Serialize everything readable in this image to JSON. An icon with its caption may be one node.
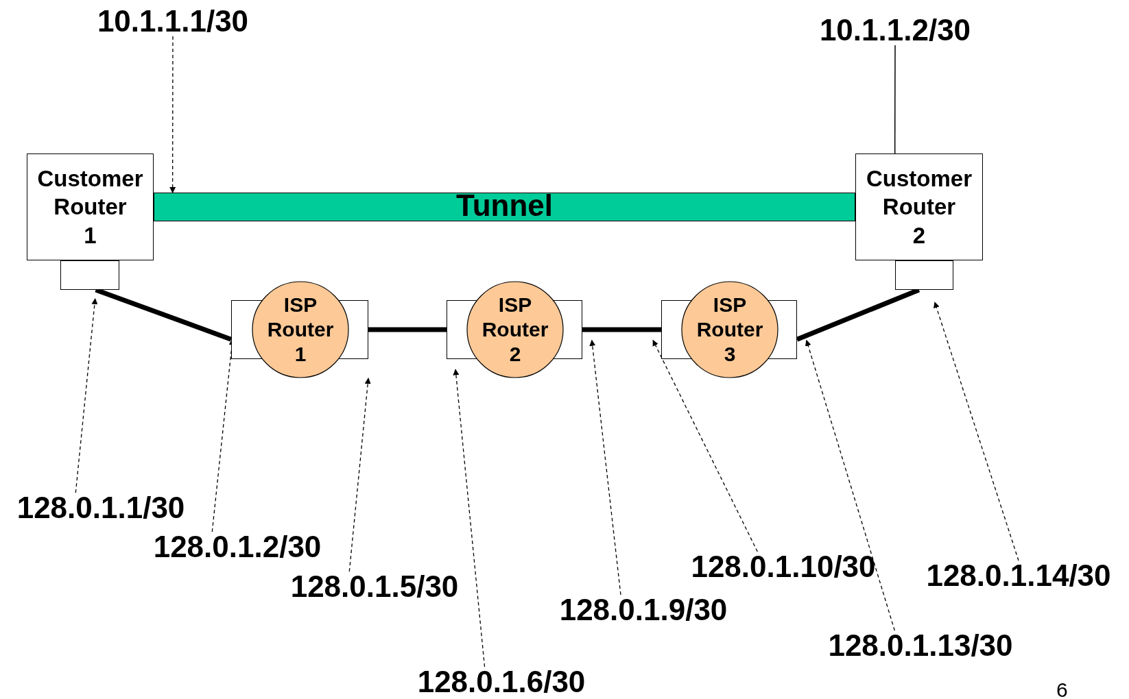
{
  "diagram": {
    "nodes": [
      {
        "text": [
          "10.1.1.1/30"
        ]
      },
      {
        "text": [
          "10.1.1.2/30"
        ]
      },
      {
        "text": [
          "Customer Router 1"
        ]
      },
      {
        "text": [
          "Customer Router 2"
        ]
      },
      {
        "text": [
          "Tunnel"
        ]
      },
      {
        "text": [],
        "shape": "box"
      },
      {
        "text": [],
        "shape": "box"
      },
      {
        "text": [
          "ISP Router 1"
        ]
      },
      {
        "text": [
          "ISP Router 2"
        ]
      },
      {
        "text": [
          "ISP Router 3"
        ]
      },
      {
        "text": [
          "128.0.1.1/30"
        ]
      },
      {
        "text": [
          "128.0.1.2/30"
        ]
      },
      {
        "text": [
          "128.0.1.5/30"
        ]
      },
      {
        "text": [
          "128.0.1.6/30"
        ]
      },
      {
        "text": [
          "128.0.1.9/30"
        ]
      },
      {
        "text": [
          "128.0.1.10/30"
        ]
      },
      {
        "text": [
          "128.0.1.13/30"
        ]
      },
      {
        "text": [
          "128.0.1.14/30"
        ]
      }
    ],
    "edges": [
      {
        "from": 0,
        "to": 4,
        "arrow": "to",
        "style": "dashed"
      },
      {
        "from": 1,
        "to": 3,
        "arrow": "none"
      },
      {
        "from": 5,
        "to": 7,
        "arrow": "none",
        "style": "thick"
      },
      {
        "from": 7,
        "to": 8,
        "arrow": "none",
        "style": "thick"
      },
      {
        "from": 8,
        "to": 9,
        "arrow": "none",
        "style": "thick"
      },
      {
        "from": 9,
        "to": 6,
        "arrow": "none",
        "style": "thick"
      },
      {
        "from": 10,
        "to": 5,
        "arrow": "to",
        "style": "dashed"
      },
      {
        "from": 11,
        "to": 7,
        "arrow": "to",
        "style": "dashed"
      },
      {
        "from": 12,
        "to": 7,
        "arrow": "to",
        "style": "dashed"
      },
      {
        "from": 13,
        "to": 8,
        "arrow": "to",
        "style": "dashed"
      },
      {
        "from": 14,
        "to": 8,
        "arrow": "to",
        "style": "dashed"
      },
      {
        "from": 15,
        "to": 9,
        "arrow": "to",
        "style": "dashed"
      },
      {
        "from": 16,
        "to": 9,
        "arrow": "to",
        "style": "dashed"
      },
      {
        "from": 17,
        "to": 6,
        "arrow": "to",
        "style": "dashed"
      }
    ],
    "labels": [
      "6"
    ]
  }
}
